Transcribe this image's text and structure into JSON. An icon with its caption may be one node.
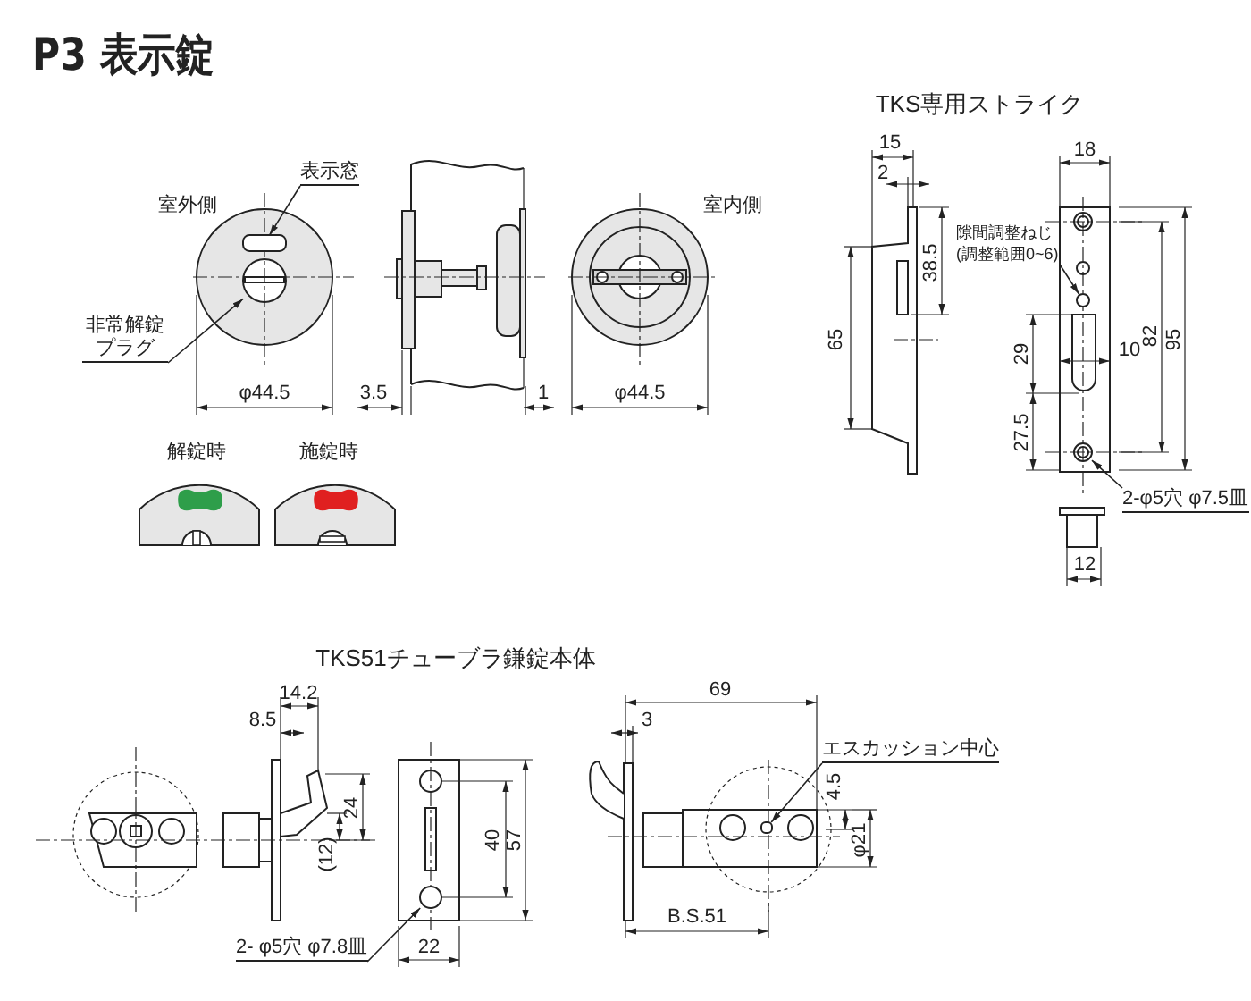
{
  "diagram": {
    "title": "P3 表示錠",
    "nodes": [
      {
        "text": [
          "表示窓"
        ]
      },
      {
        "text": [
          "非常解錠プラグ"
        ]
      },
      {
        "text": [
          "隙間調整ねじ(調整範囲0~6)"
        ]
      },
      {
        "text": [
          "2-φ5穴 φ7.5皿"
        ]
      },
      {
        "text": [
          "2- φ5穴 φ7.8皿"
        ]
      },
      {
        "text": [
          "エスカッション中心"
        ]
      },
      {
        "text": [],
        "shape": "box"
      },
      {
        "text": [],
        "shape": "circle"
      },
      {
        "text": [],
        "shape": "circle"
      },
      {
        "text": [],
        "shape": "circle"
      },
      {
        "text": [],
        "shape": "circle"
      },
      {
        "text": [],
        "shape": "box"
      }
    ],
    "edges": [
      {
        "from": 0,
        "to": 6,
        "arrow": "to"
      },
      {
        "from": 1,
        "to": 7,
        "arrow": "to"
      },
      {
        "from": 2,
        "to": 8,
        "arrow": "to"
      },
      {
        "from": 3,
        "to": 9,
        "arrow": "to"
      },
      {
        "from": 4,
        "to": 10,
        "arrow": "to"
      },
      {
        "from": 5,
        "to": 11,
        "arrow": "to"
      }
    ],
    "labels": [
      "室外側",
      "室内側",
      "φ44.5",
      "3.5",
      "1",
      "φ44.5",
      "解錠時",
      "施錠時",
      "TKS専用ストライク",
      "15",
      "2",
      "38.5",
      "65",
      "18",
      "29",
      "10",
      "82",
      "95",
      "27.5",
      "12",
      "TKS51チューブラ鎌錠本体",
      "14.2",
      "8.5",
      "24",
      "(12)",
      "40",
      "57",
      "22",
      "69",
      "3",
      "4.5",
      "φ21",
      "B.S.51"
    ]
  }
}
